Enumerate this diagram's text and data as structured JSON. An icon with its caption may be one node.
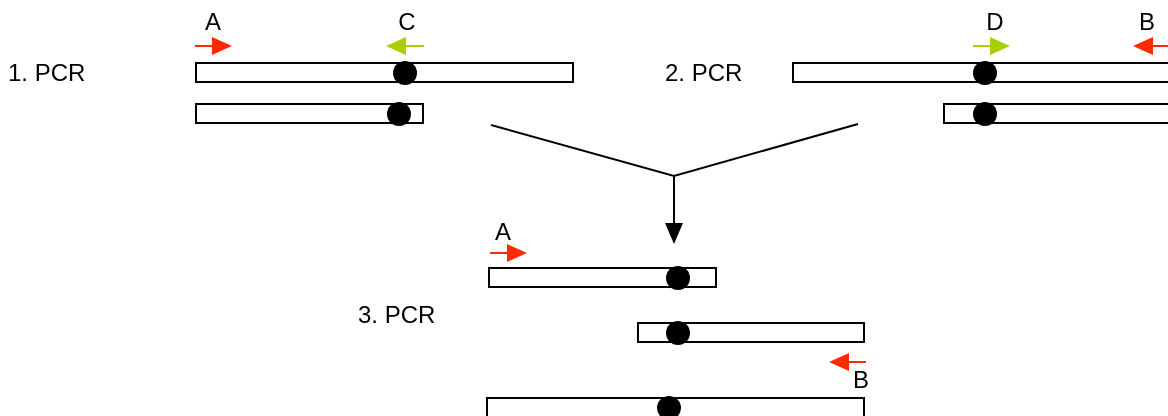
{
  "diagram": {
    "labels": [
      "A",
      "C",
      "D",
      "B",
      "1. PCR",
      "2. PCR",
      "A",
      "3. PCR",
      "B"
    ]
  }
}
